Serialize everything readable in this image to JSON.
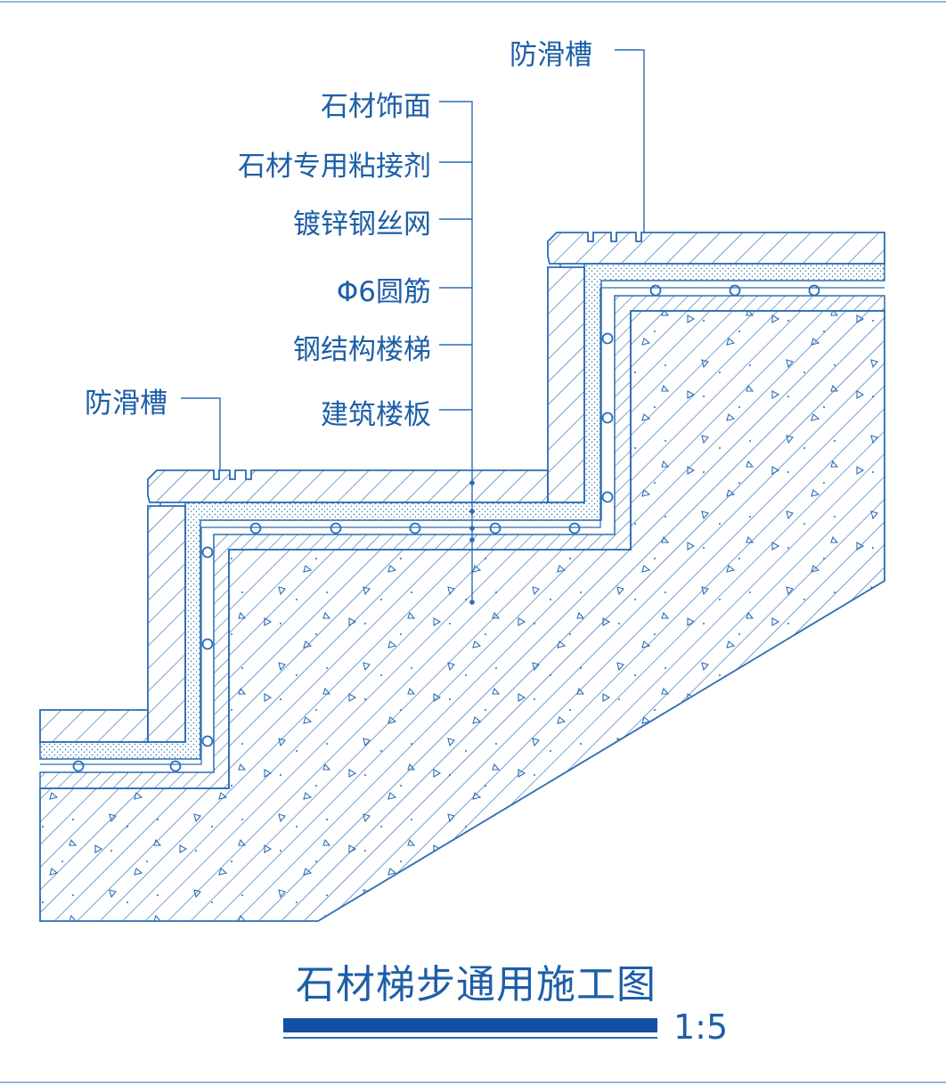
{
  "drawing": {
    "title": "石材梯步通用施工图",
    "scale": "1:5",
    "labels": {
      "anti_slip_top": "防滑槽",
      "anti_slip_bottom": "防滑槽",
      "stone_facing": "石材饰面",
      "stone_adhesive": "石材专用粘接剂",
      "galvanized_mesh": "镀锌钢丝网",
      "round_rebar": "Φ6圆筋",
      "steel_stair": "钢结构楼梯",
      "building_slab": "建筑楼板"
    }
  },
  "colors": {
    "line": "#2a6cb5",
    "text": "#1d5ea8",
    "title_bar": "#1250a6",
    "background": "#ffffff"
  }
}
